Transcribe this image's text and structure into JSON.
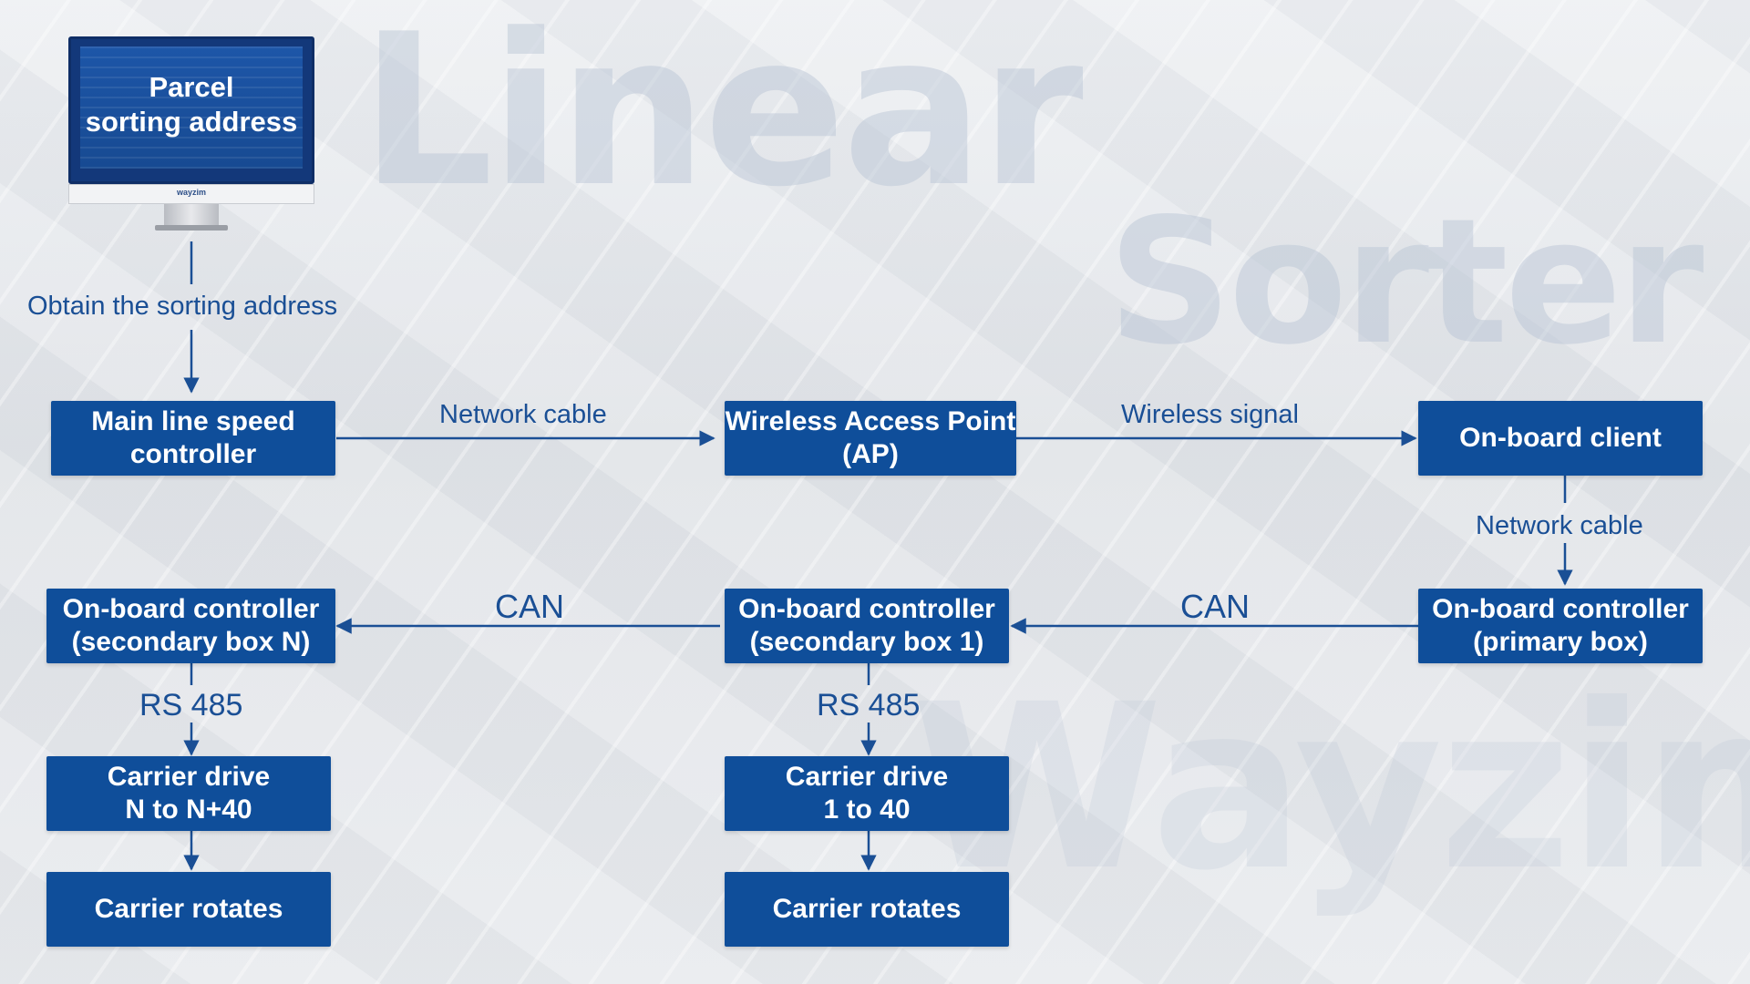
{
  "watermark": {
    "line1": "Linear",
    "line2": "Sorter",
    "line3": "Wayzim"
  },
  "monitor": {
    "title": "Parcel\nsorting address",
    "brand": "wayzim"
  },
  "nodes": {
    "main_controller": "Main line speed\ncontroller",
    "wap": "Wireless Access Point\n(AP)",
    "onboard_client": "On-board client",
    "ctrl_primary": "On-board controller\n(primary box)",
    "ctrl_secondary_1": "On-board controller\n(secondary box 1)",
    "ctrl_secondary_n": "On-board controller\n(secondary box N)",
    "drive_1_40": "Carrier drive\n1 to 40",
    "drive_n": "Carrier drive\nN to N+40",
    "rotates_1": "Carrier rotates",
    "rotates_n": "Carrier rotates"
  },
  "labels": {
    "obtain": "Obtain the sorting address",
    "net_cable_1": "Network cable",
    "wireless": "Wireless signal",
    "net_cable_2": "Network cable",
    "can_1": "CAN",
    "can_2": "CAN",
    "rs485_1": "RS 485",
    "rs485_2": "RS 485"
  },
  "colors": {
    "node": "#0f4e9a",
    "line": "#1a4f95",
    "text": "#1a4f95"
  }
}
